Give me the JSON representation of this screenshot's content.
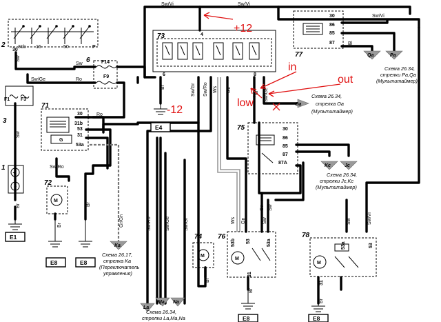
{
  "annotations": {
    "plus12": "+12",
    "minus12": "-12",
    "in": "in",
    "out": "out",
    "low": "low"
  },
  "components": {
    "c2": "2",
    "c3": "3",
    "c1": "1",
    "c6": "6",
    "c71": "71",
    "c72": "72",
    "c73": "73",
    "c74": "74",
    "c75": "75",
    "c76": "76",
    "c77": "77",
    "c78": "78"
  },
  "fuses": {
    "f14": "F14",
    "f9": "F9",
    "f1": "F1",
    "f3": "F3"
  },
  "grounds": {
    "e1": "E1",
    "e4": "E4",
    "e8a": "E8",
    "e8b": "E8",
    "e8c": "E8",
    "e8d": "E8"
  },
  "wires": {
    "sw_vi_top": "Sw/Vi",
    "sw_vi_mid": "Sw/Vi",
    "sw_vi_right": "Sw/Vi",
    "sw_vi_78": "Sw/Vi",
    "sw": "Sw",
    "sw_ge": "Sw/Ge",
    "ro": "Ro",
    "ro2": "Ro",
    "sw_ro_72": "Sw/Ro",
    "br_72": "Br",
    "br_e8": "Br",
    "gr_gn": "Gr/Gn",
    "sw_ro_low": "Sw/Ro",
    "sw_ge_low": "Sw/Ge",
    "sw_gr_low": "Sw/Gr",
    "br_73": "Br",
    "sw_gr_73": "Sw/Gr",
    "sw_ro_73": "Sw/Ro",
    "ws_73": "Ws",
    "gn_73": "Gn",
    "bl_73": "Bl",
    "sw_ge_73": "Sw/Ge",
    "bl_77": "Bl",
    "br_74": "Br",
    "ws_76": "Ws",
    "gn_76": "Gn",
    "sw_76": "Sw",
    "br_76": "Br",
    "gn_75": "Gn",
    "sw_75": "Sw",
    "br_78": "Br",
    "sw_78": "Sw",
    "br_e1": "Br",
    "sw_1": "Sw"
  },
  "terminals": {
    "t30_71": "30",
    "t31b_71": "31b",
    "t53_71": "53",
    "t31_71": "31",
    "t53a_71": "53a",
    "t30_77": "30",
    "t86_77": "86",
    "t85_77": "85",
    "t87_77": "87",
    "t30_75": "30",
    "t86_75": "86",
    "t85_75": "85",
    "t87_75": "87",
    "t87a_75": "87A",
    "t53b_76": "53b",
    "t53_76": "53",
    "t53a_76": "53a",
    "t31_76": "31",
    "t53a_78": "53a",
    "t53_78": "53",
    "t31_78": "31",
    "t8_73": "8",
    "t6_73": "6",
    "t4_73": "4",
    "t31b_2": "31b",
    "t15_2": "15",
    "t50_2": "50",
    "t30_2": "30",
    "tP_2": "P",
    "g_71": "G",
    "p_2": "P"
  },
  "connectors": {
    "la": "La",
    "ma": "Ma",
    "na": "Na",
    "ka": "Ka",
    "kc": "Kc",
    "jc": "Jc",
    "qa": "Qa",
    "pa": "Pa",
    "oa": "Oa"
  },
  "notes": {
    "ref_lamana_1": "Схема 26.34,",
    "ref_lamana_2": "стрелки La,Ma,Na",
    "ref_ka_1": "Схема 26.17,",
    "ref_ka_2": "стрелка Ka",
    "ref_ka_3": "(Переключатель",
    "ref_ka_4": "управления)",
    "ref_oa_1": "Схема 26.34,",
    "ref_oa_2": "стрелка Oa",
    "ref_oa_3": "(Мультитаймер)",
    "ref_jckc_1": "Схема 26.34,",
    "ref_jckc_2": "стрелки Jc,Kc",
    "ref_jckc_3": "(Мультитаймер)",
    "ref_paqa_1": "Схема 26.34,",
    "ref_paqa_2": "стрелки Pa,Qa",
    "ref_paqa_3": "(Мультитаймер)"
  },
  "colors": {
    "annotation": "#e01010",
    "wire": "#000000",
    "connector_fill": "#9a9a9a"
  }
}
